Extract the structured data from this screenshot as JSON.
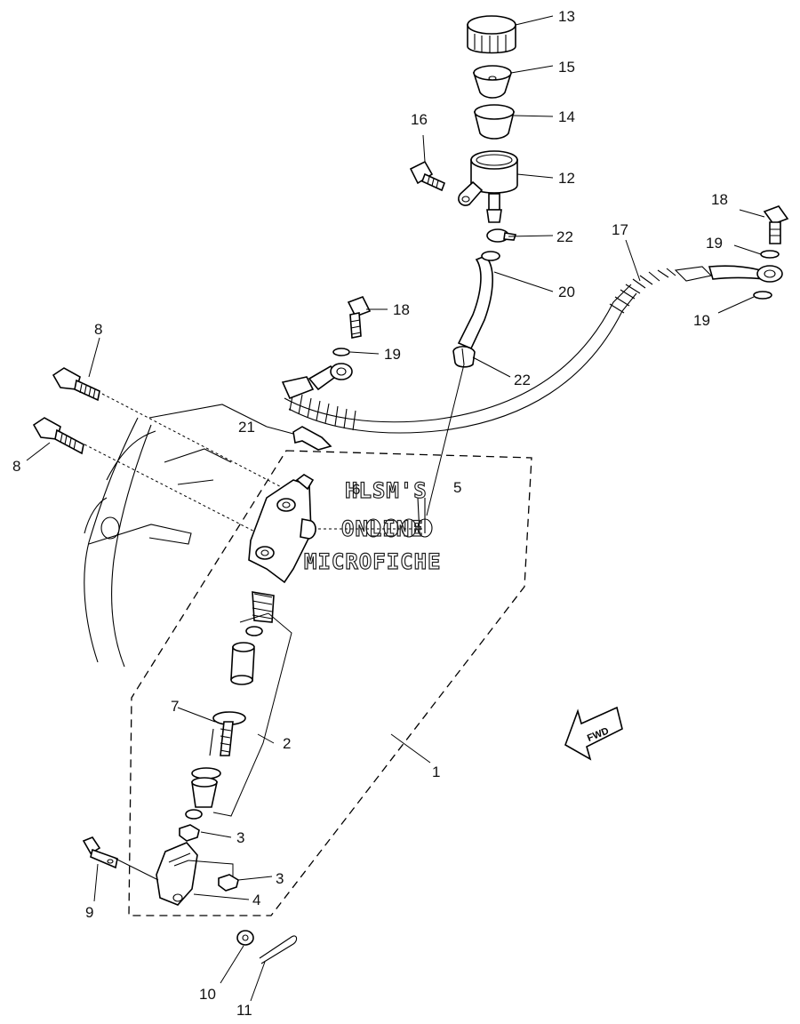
{
  "watermark": {
    "line1": "HLSM'S",
    "line2": "ONLINE",
    "line3": "MICROFICHE"
  },
  "fwd_label": "FWD",
  "callouts": [
    "1",
    "2",
    "3",
    "3",
    "4",
    "5",
    "6",
    "7",
    "8",
    "8",
    "9",
    "10",
    "11",
    "12",
    "13",
    "14",
    "15",
    "16",
    "17",
    "18",
    "18",
    "19",
    "19",
    "19",
    "20",
    "21",
    "22",
    "22"
  ]
}
